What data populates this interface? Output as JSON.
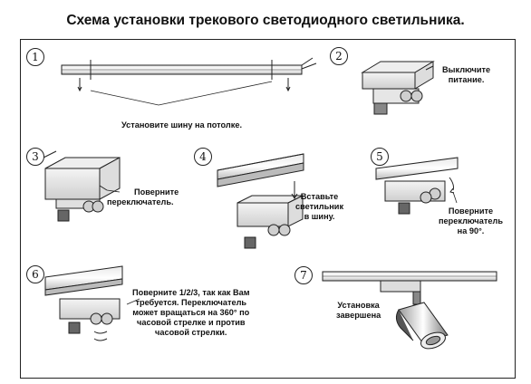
{
  "title": "Схема установки трекового светодиодного светильника.",
  "steps": [
    {
      "num": "1",
      "text_lines": [
        "Установите шину на потолке."
      ]
    },
    {
      "num": "2",
      "text_lines": [
        "Выключите",
        "питание."
      ]
    },
    {
      "num": "3",
      "text_lines": [
        "Поверните",
        "переключатель."
      ]
    },
    {
      "num": "4",
      "text_lines": [
        "Вставьте",
        "светильник",
        "в шину."
      ]
    },
    {
      "num": "5",
      "text_lines": [
        "Поверните",
        "переключатель",
        "на 90°."
      ]
    },
    {
      "num": "6",
      "text_lines": [
        "Поверните 1/2/3, так как Вам",
        "требуется. Переключатель",
        "может вращаться на 360° по",
        "часовой стрелке и против",
        "часовой стрелки."
      ]
    },
    {
      "num": "7",
      "text_lines": [
        "Установка",
        "завершена"
      ]
    }
  ]
}
